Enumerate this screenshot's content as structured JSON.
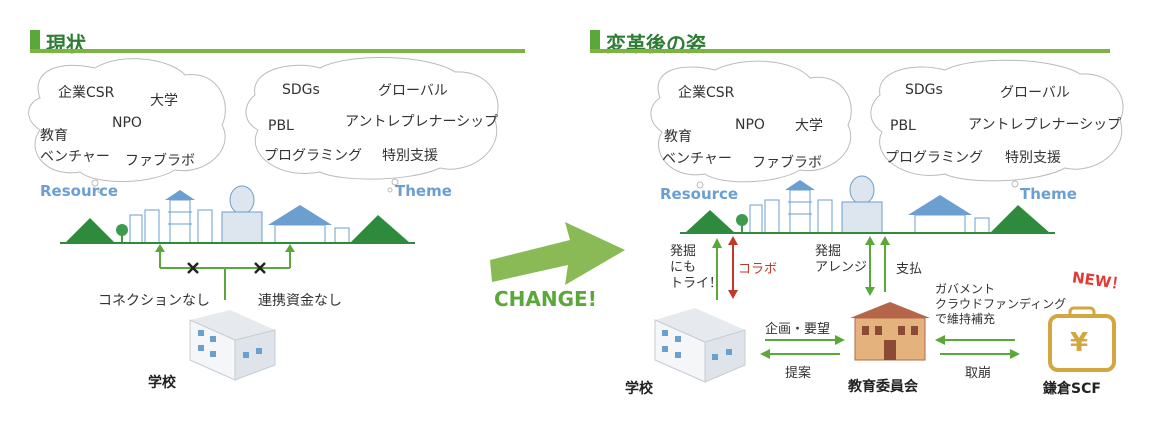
{
  "left": {
    "title": "現状",
    "tags": [
      "企業CSR",
      "大学",
      "NPO",
      "教育",
      "ベンチャー",
      "ファブラボ"
    ],
    "themes": [
      "SDGs",
      "グローバル",
      "PBL",
      "アントレプレナーシップ",
      "プログラミング",
      "特別支援"
    ],
    "resource_label": "Resource",
    "theme_label": "Theme",
    "no_connection": "コネクションなし",
    "no_funds": "連携資金なし",
    "school": "学校"
  },
  "center": {
    "change_label": "CHANGE!"
  },
  "right": {
    "title": "変革後の姿",
    "tags": [
      "企業CSR",
      "大学",
      "NPO",
      "教育",
      "ベンチャー",
      "ファブラボ"
    ],
    "themes": [
      "SDGs",
      "グローバル",
      "PBL",
      "アントレプレナーシップ",
      "プログラミング",
      "特別支援"
    ],
    "resource_label": "Resource",
    "theme_label": "Theme",
    "discover_try": [
      "発掘",
      "にも",
      "トライ！"
    ],
    "collab": "コラボ",
    "discover_arrange": [
      "発掘",
      "アレンジ"
    ],
    "payment": "支払",
    "plan_request": "企画・要望",
    "proposal": "提案",
    "gov_cf": [
      "ガバメント",
      "クラウドファンディング",
      "で維持補充"
    ],
    "collect": "取崩",
    "school": "学校",
    "board": "教育委員会",
    "scf": "鎌倉SCF",
    "new_badge": "NEW！",
    "yen": "¥"
  },
  "colors": {
    "green": "#5aa83a",
    "blue": "#6a9fcf",
    "red": "#c0392b",
    "gold": "#d4a640"
  }
}
